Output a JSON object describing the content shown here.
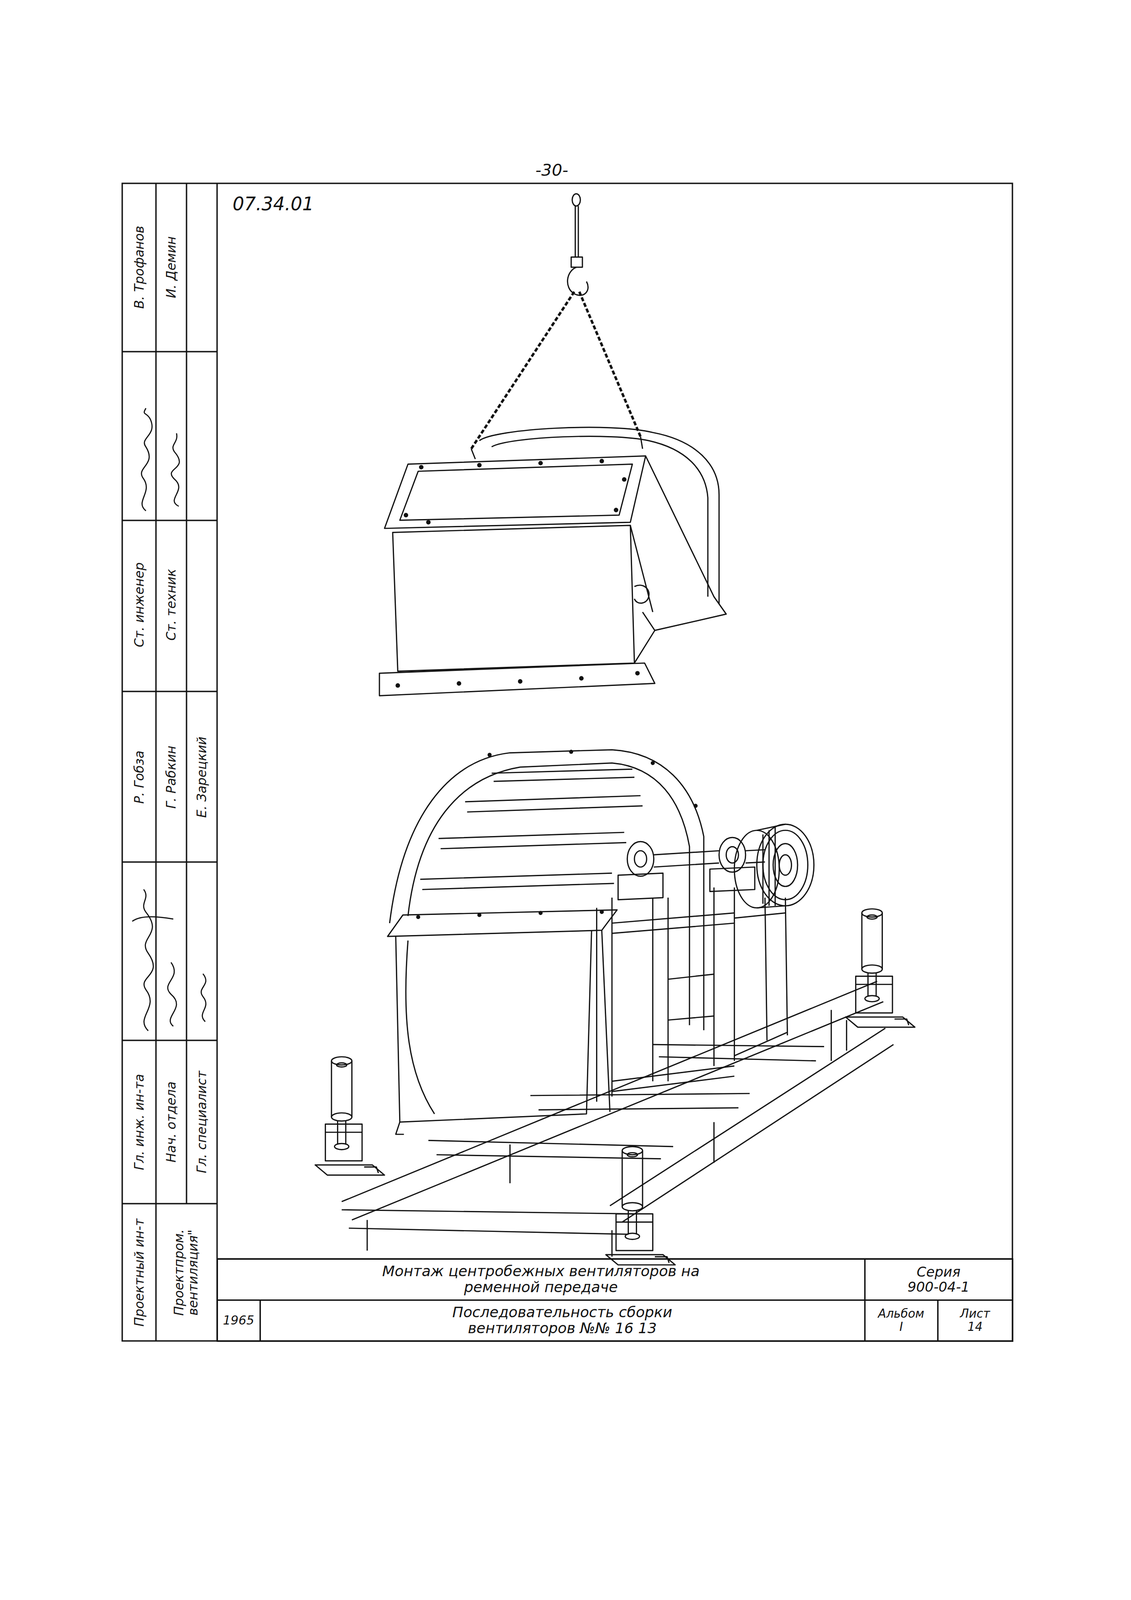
{
  "diagram": {
    "nodes": [
      {
        "text": [
          "Монтаж центробежных вентиляторов на ременной передаче"
        ]
      },
      {
        "text": [
          "Серия",
          "900-04-1"
        ]
      },
      {
        "text": [
          "1965"
        ]
      },
      {
        "text": [
          "Последовательность сборки вентиляторов №№ 16 13"
        ]
      },
      {
        "text": [
          "Альбом",
          "I"
        ]
      },
      {
        "text": [
          "Лист",
          "14"
        ]
      }
    ],
    "labels": [
      "-30-",
      "07.34.01",
      "Проектный ин-т",
      "Проектпром. вентиляция\"",
      "Гл. инж. ин-та",
      "Нач. отдела",
      "Гл. специалист",
      "Р. Гобза",
      "Г. Рабкин",
      "Е. Зарецкий",
      "Ст. инженер",
      "Ст. техник",
      "В. Трофанов",
      "И. Демин"
    ]
  }
}
